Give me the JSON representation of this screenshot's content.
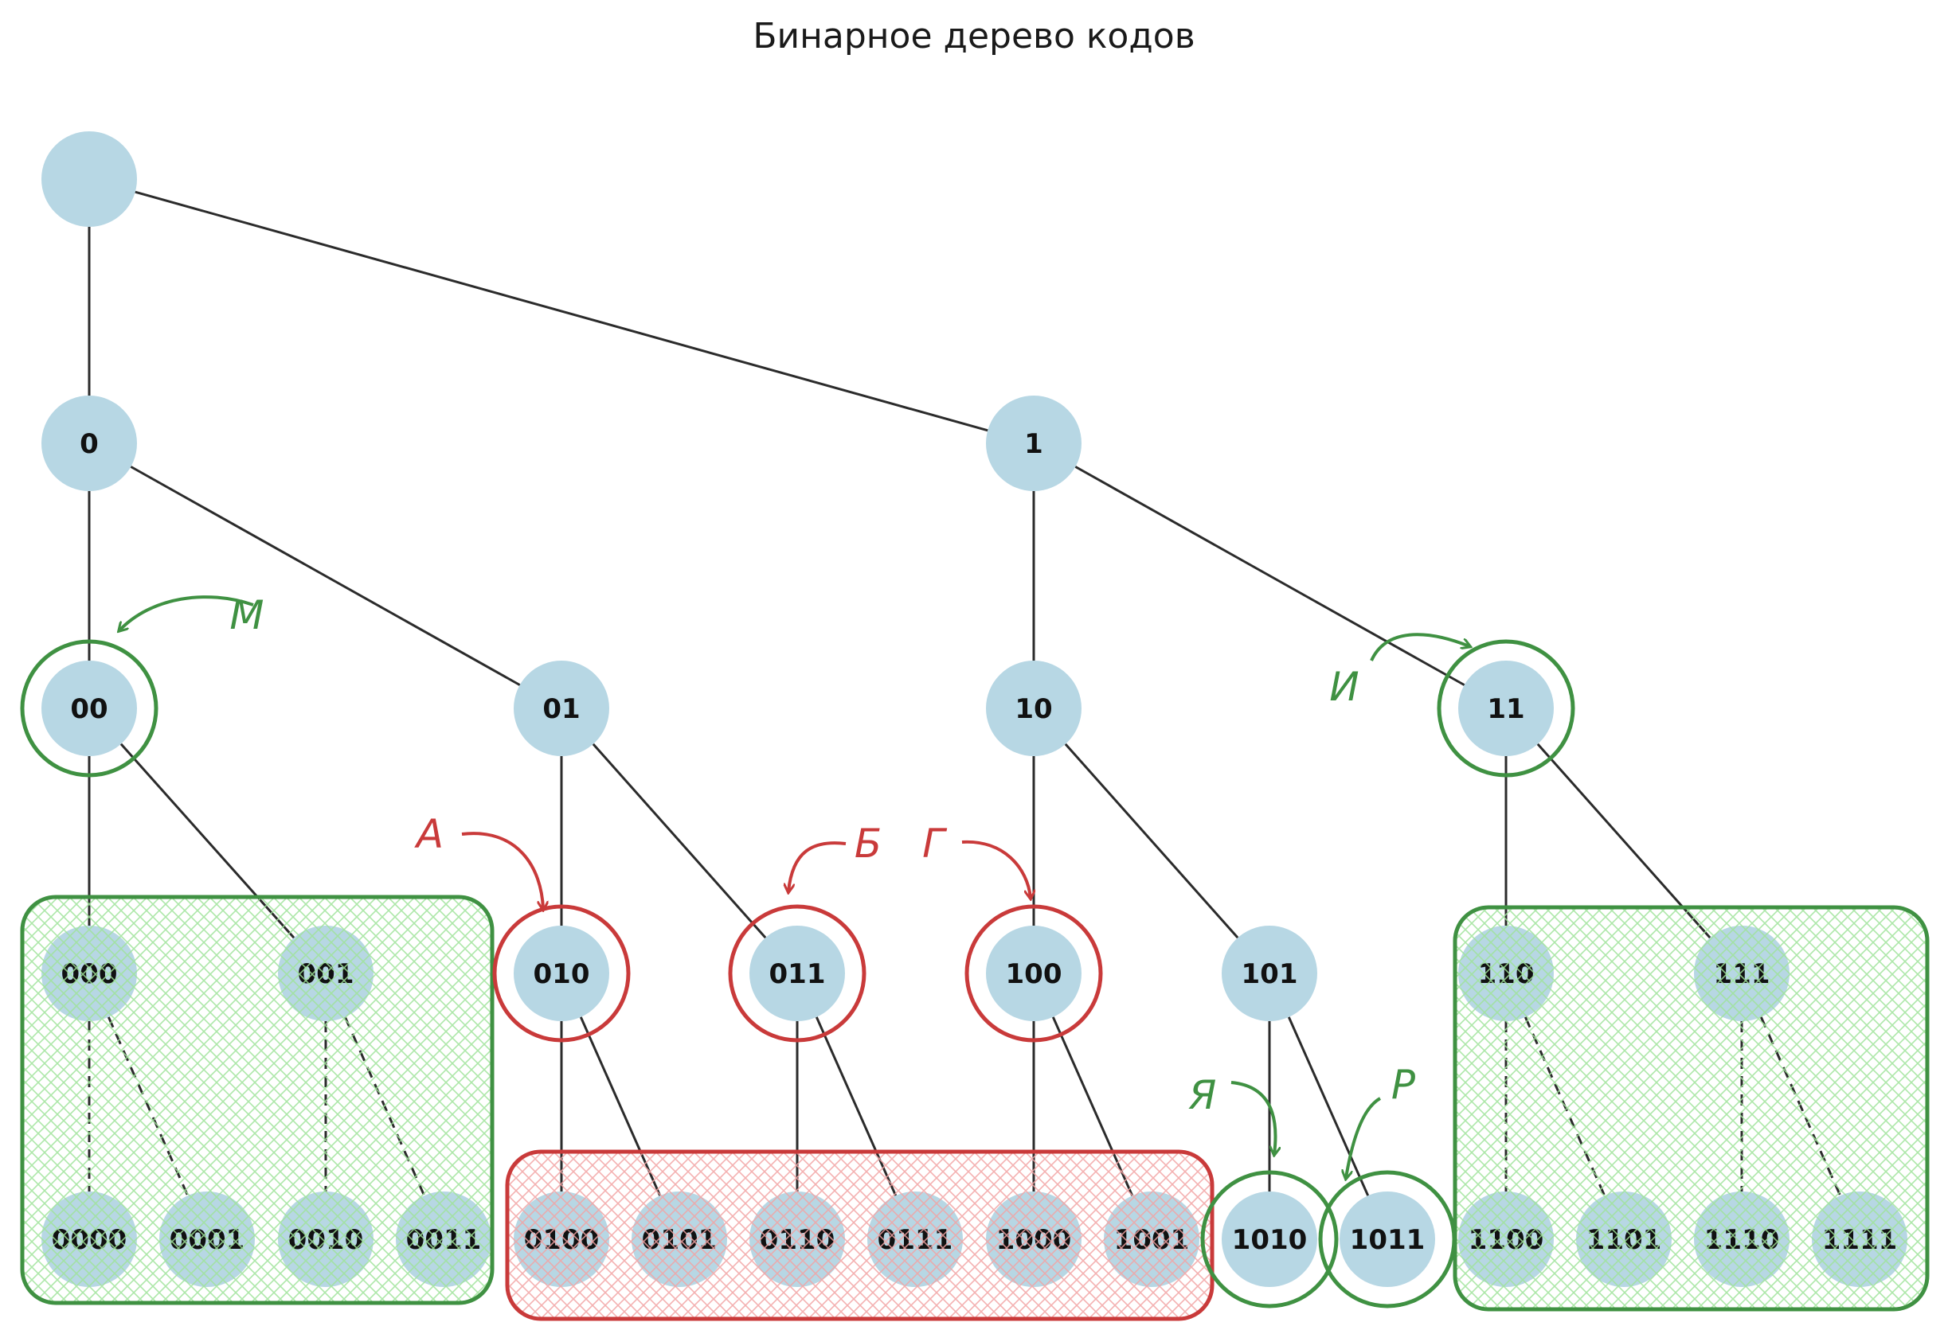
{
  "title": "Бинарное дерево кодов",
  "colors": {
    "node_fill": "#b7d7e4",
    "edge": "#2b2b2b",
    "green": "#3f9142",
    "red": "#c93a3a",
    "green_hatch": "#9fe39a",
    "red_hatch": "#f2a3a3"
  },
  "tree": {
    "root": {
      "label": ""
    },
    "level1": [
      "0",
      "1"
    ],
    "level2": [
      "00",
      "01",
      "10",
      "11"
    ],
    "level3": [
      "000",
      "001",
      "010",
      "011",
      "100",
      "101",
      "110",
      "111"
    ],
    "level4": [
      "0000",
      "0001",
      "0010",
      "0011",
      "0100",
      "0101",
      "0110",
      "0111",
      "1000",
      "1001",
      "1010",
      "1011",
      "1100",
      "1101",
      "1110",
      "1111"
    ]
  },
  "annotations": {
    "m": {
      "letter": "М",
      "code": "00",
      "color": "green"
    },
    "i": {
      "letter": "И",
      "code": "11",
      "color": "green"
    },
    "a": {
      "letter": "А",
      "code": "010",
      "color": "red"
    },
    "b": {
      "letter": "Б",
      "code": "011",
      "color": "red"
    },
    "g": {
      "letter": "Г",
      "code": "100",
      "color": "red"
    },
    "ya": {
      "letter": "Я",
      "code": "1010",
      "color": "green"
    },
    "r": {
      "letter": "Р",
      "code": "1011",
      "color": "green"
    }
  }
}
